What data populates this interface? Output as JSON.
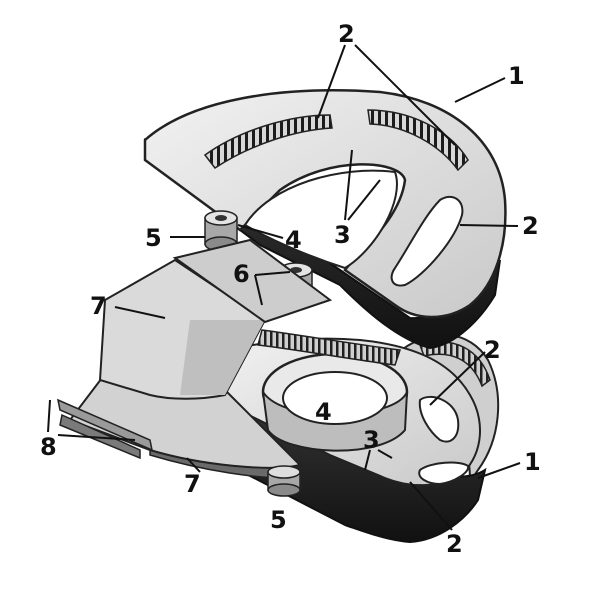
{
  "colors": {
    "background": "#ffffff",
    "ink": "#111111",
    "light": "#e6e6e6",
    "mid": "#b9b9b9",
    "dark": "#2b2b2b",
    "black": "#141414"
  },
  "callouts": [
    {
      "id": "c1",
      "text": "1"
    },
    {
      "id": "c2",
      "text": "2"
    },
    {
      "id": "c3",
      "text": "2"
    },
    {
      "id": "c4",
      "text": "3"
    },
    {
      "id": "c5",
      "text": "4"
    },
    {
      "id": "c6",
      "text": "5"
    },
    {
      "id": "c7",
      "text": "6"
    },
    {
      "id": "c8",
      "text": "7"
    },
    {
      "id": "c9",
      "text": "2"
    },
    {
      "id": "c10",
      "text": "8"
    },
    {
      "id": "c11",
      "text": "4"
    },
    {
      "id": "c12",
      "text": "3"
    },
    {
      "id": "c13",
      "text": "7"
    },
    {
      "id": "c14",
      "text": "1"
    },
    {
      "id": "c15",
      "text": "5"
    },
    {
      "id": "c16",
      "text": "2"
    }
  ]
}
